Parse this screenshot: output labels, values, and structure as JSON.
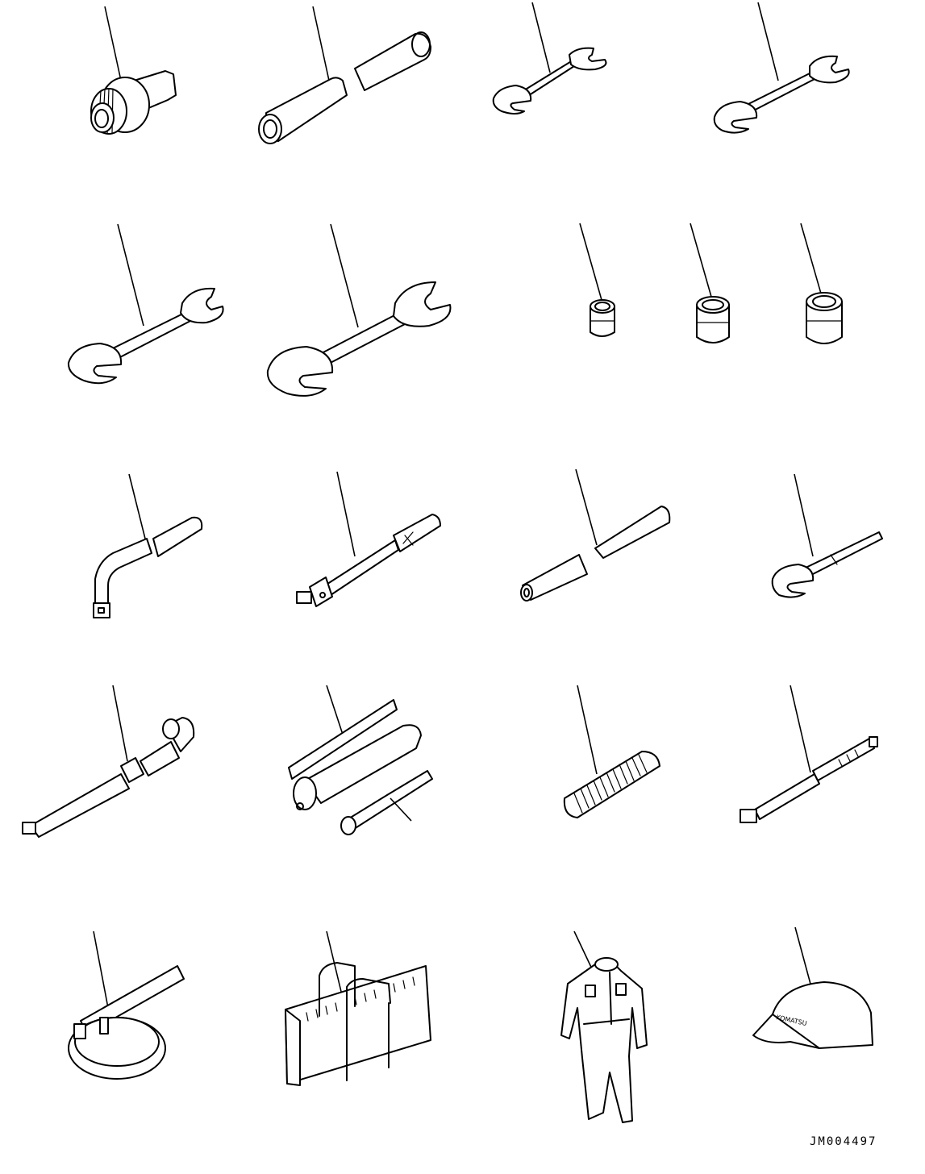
{
  "drawing_code": "JM004497",
  "cap_logo": "KOMATSU",
  "colors": {
    "line": "#000000",
    "background": "#ffffff"
  },
  "tools": [
    {
      "name": "nozzle-fitting"
    },
    {
      "name": "extension-pipe"
    },
    {
      "name": "open-end-wrench-small"
    },
    {
      "name": "open-end-wrench-medium"
    },
    {
      "name": "open-end-wrench-large"
    },
    {
      "name": "open-end-wrench-extra-large"
    },
    {
      "name": "socket-small"
    },
    {
      "name": "socket-medium"
    },
    {
      "name": "socket-large"
    },
    {
      "name": "l-handle"
    },
    {
      "name": "extension-bar"
    },
    {
      "name": "pipe-bar"
    },
    {
      "name": "long-handle-wrench"
    },
    {
      "name": "box-wrench-handle"
    },
    {
      "name": "grease-gun"
    },
    {
      "name": "coil-spring"
    },
    {
      "name": "grease-hose-extension"
    },
    {
      "name": "filter-wrench"
    },
    {
      "name": "tool-bag"
    },
    {
      "name": "coveralls"
    },
    {
      "name": "cap"
    }
  ]
}
